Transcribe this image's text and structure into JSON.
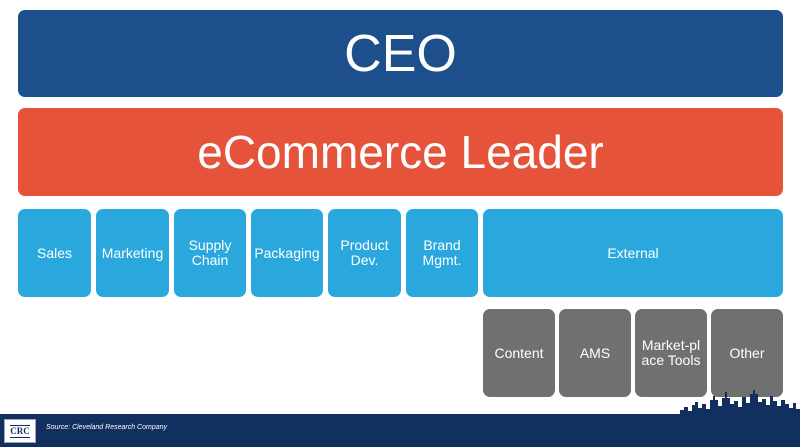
{
  "org_chart": {
    "top": {
      "label": "CEO"
    },
    "second": {
      "label": "eCommerce Leader"
    },
    "departments": [
      {
        "label": "Sales"
      },
      {
        "label": "Marketing"
      },
      {
        "label": "Supply\nChain"
      },
      {
        "label": "Packaging"
      },
      {
        "label": "Product\nDev."
      },
      {
        "label": "Brand\nMgmt."
      },
      {
        "label": "External"
      }
    ],
    "external_sub": [
      {
        "label": "Content"
      },
      {
        "label": "AMS"
      },
      {
        "label": "Market-pl\nace Tools"
      },
      {
        "label": "Other"
      }
    ]
  },
  "footer": {
    "logo_text": "CRC",
    "source": "Source: Cleveland Research Company"
  },
  "colors": {
    "ceo": "#1d4f8c",
    "leader": "#e5533a",
    "department": "#2aa8de",
    "external_sub": "#707070",
    "footer": "#12305f"
  },
  "icons": {
    "footer_decoration": "city-skyline-icon"
  }
}
